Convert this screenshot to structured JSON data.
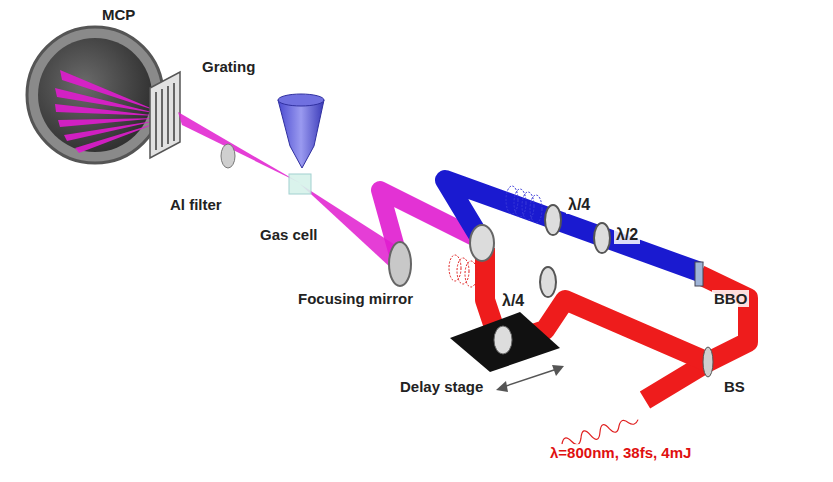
{
  "diagram": {
    "labels": [
      "MCP",
      "Grating",
      "Al filter",
      "Gas cell",
      "Focusing mirror",
      "λ/4",
      "λ/2",
      "λ/4",
      "BBO",
      "Delay stage",
      "BS",
      "λ=800nm, 38fs, 4mJ"
    ]
  }
}
